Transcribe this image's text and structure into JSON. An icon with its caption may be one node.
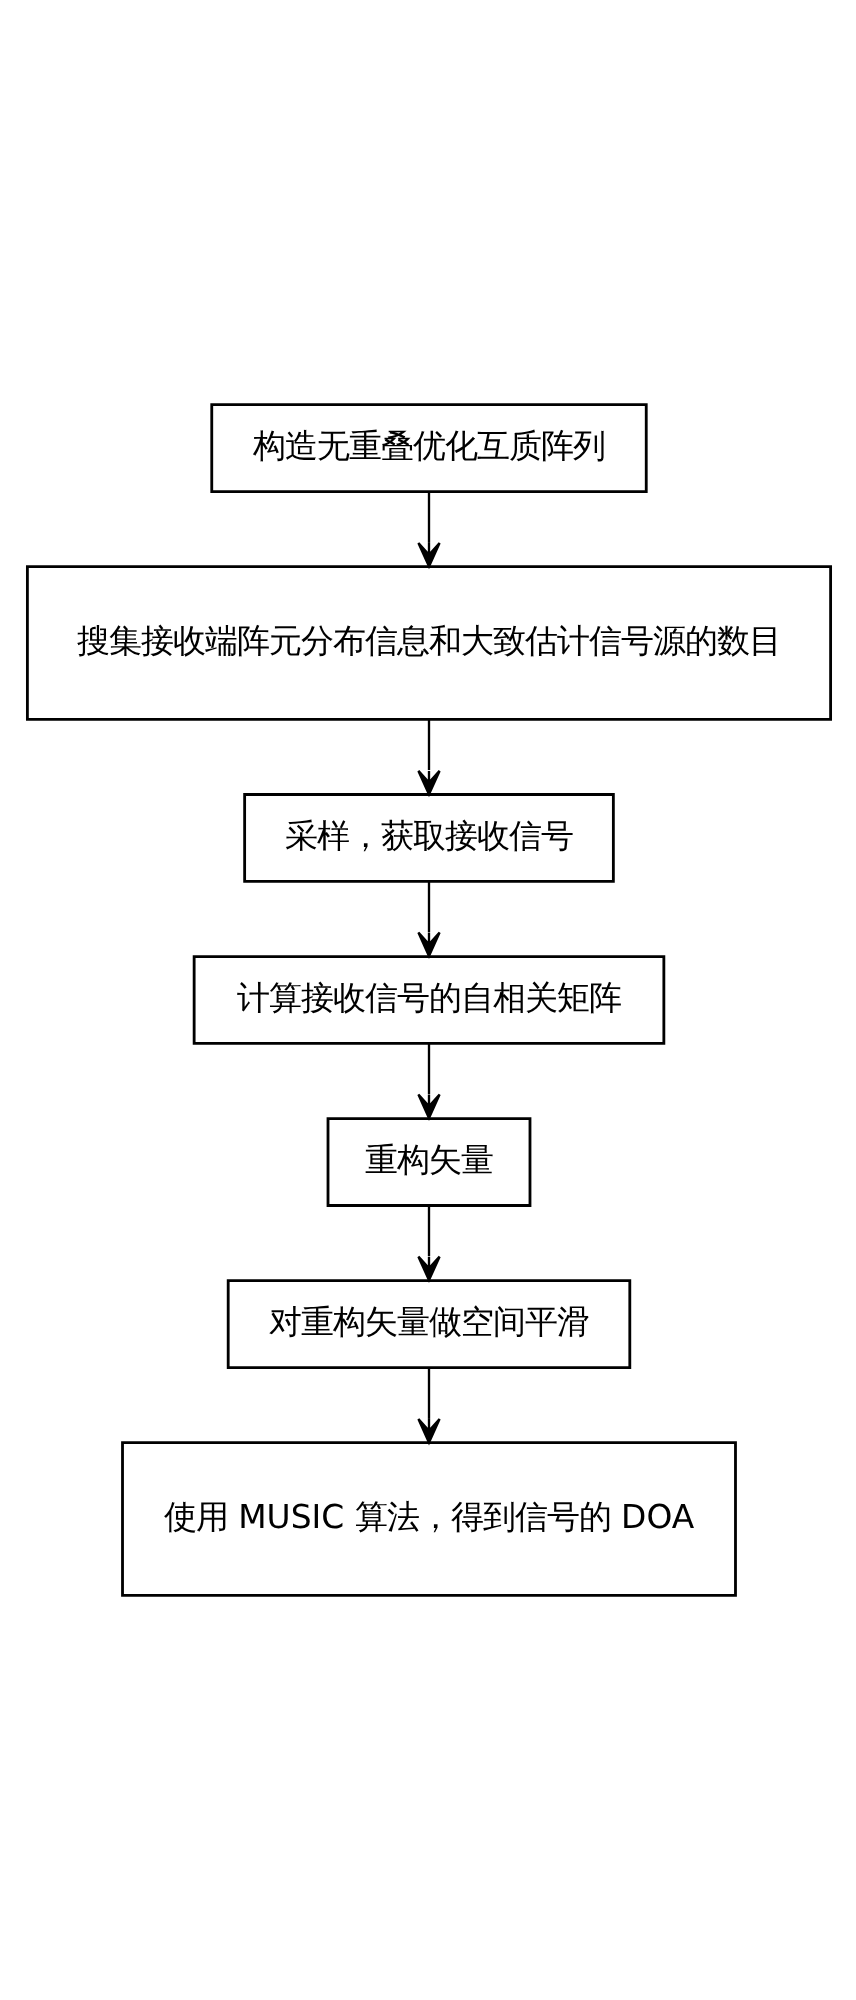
{
  "diagram": {
    "nodes": [
      {
        "text": [
          "构造无重叠优化互质阵列"
        ]
      },
      {
        "text": [
          "搜集接收端阵元分布信息和大致估计信号源的数目"
        ]
      },
      {
        "text": [
          "采样，获取接收信号"
        ]
      },
      {
        "text": [
          "计算接收信号的自相关矩阵"
        ]
      },
      {
        "text": [
          "重构矢量"
        ]
      },
      {
        "text": [
          "对重构矢量做空间平滑"
        ]
      },
      {
        "text": [
          "使用 MUSIC 算法，得到信号的 DOA"
        ]
      }
    ],
    "edges": [
      {
        "from": 0,
        "to": 1,
        "arrow": "to"
      },
      {
        "from": 1,
        "to": 2,
        "arrow": "to"
      },
      {
        "from": 2,
        "to": 3,
        "arrow": "to"
      },
      {
        "from": 3,
        "to": 4,
        "arrow": "to"
      },
      {
        "from": 4,
        "to": 5,
        "arrow": "to"
      },
      {
        "from": 5,
        "to": 6,
        "arrow": "to"
      }
    ]
  }
}
